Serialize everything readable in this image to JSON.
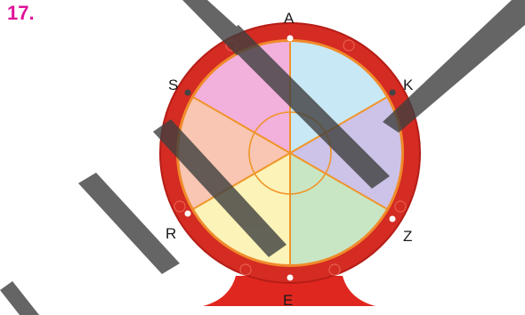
{
  "problem": {
    "number": "17."
  },
  "wheel": {
    "points": {
      "top": "A",
      "upper_right": "K",
      "lower_right": "Z",
      "bottom": "E",
      "lower_left": "R",
      "upper_left": "S"
    },
    "sector_colors": [
      "#c9e8f5",
      "#cdc3e8",
      "#c8e6c4",
      "#fbf3b7",
      "#f8c6b2",
      "#f2b0dc"
    ],
    "rim_color": "#d42b22",
    "spoke_color": "#f0952a",
    "stand_color": "#e0271f",
    "watermark_color": "#4a4a4a"
  }
}
